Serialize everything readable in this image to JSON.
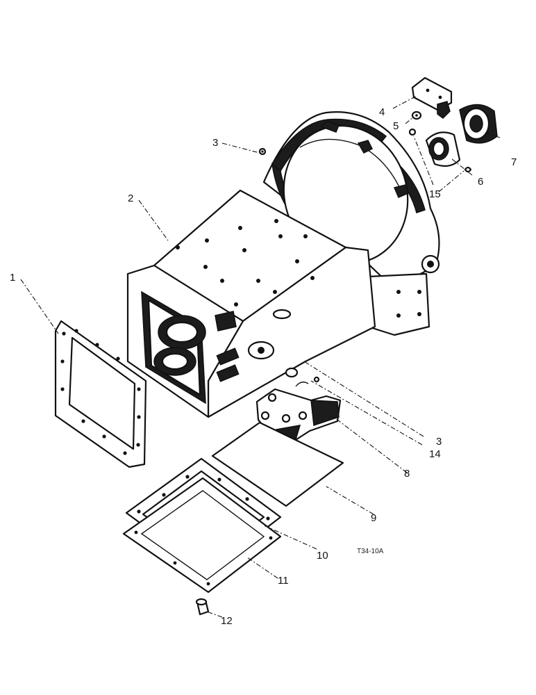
{
  "callouts": {
    "c1": "1",
    "c2": "2",
    "c3_top": "3",
    "c4": "4",
    "c5": "5",
    "c6": "6",
    "c7": "7",
    "c15": "15",
    "c3_bottom": "3",
    "c14": "14",
    "c8": "8",
    "c9": "9",
    "c10": "10",
    "c11": "11",
    "c12": "12"
  },
  "drawing_ref": "T34-10A"
}
